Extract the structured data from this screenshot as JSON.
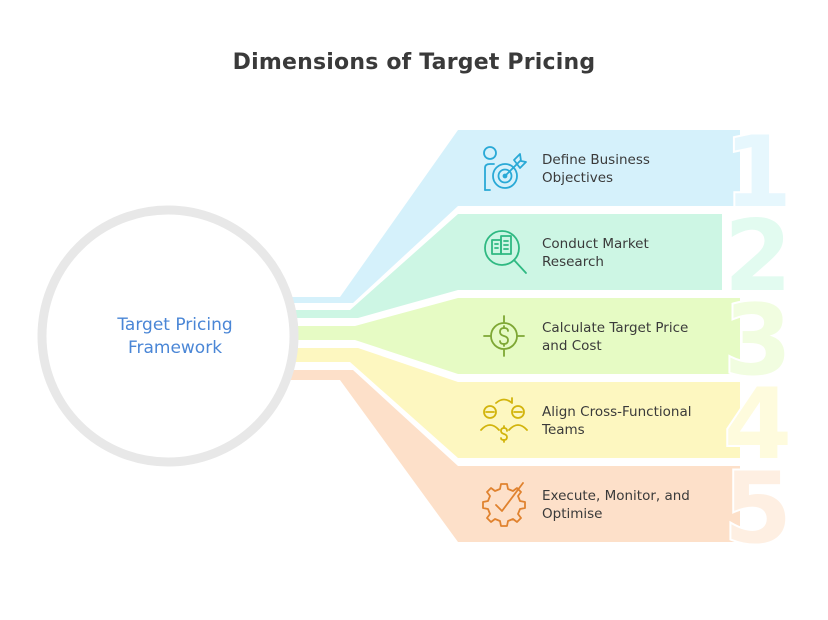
{
  "title": "Dimensions of Target Pricing",
  "center": {
    "line1": "Target Pricing",
    "line2": "Framework"
  },
  "steps": [
    {
      "number": "1",
      "line1": "Define Business",
      "line2": "Objectives",
      "icon": "person-target-icon",
      "fill": "#d5f1fb",
      "stroke": "#29a9d6",
      "numcolor": "#e6f7fd"
    },
    {
      "number": "2",
      "line1": "Conduct Market",
      "line2": "Research",
      "icon": "building-magnifier-icon",
      "fill": "#cdf6e4",
      "stroke": "#2fb982",
      "numcolor": "#e2fbf0"
    },
    {
      "number": "3",
      "line1": "Calculate Target Price",
      "line2": "and Cost",
      "icon": "dollar-target-icon",
      "fill": "#e6fbc4",
      "stroke": "#7ea734",
      "numcolor": "#f1fde0"
    },
    {
      "number": "4",
      "line1": "Align Cross-Functional",
      "line2": "Teams",
      "icon": "team-exchange-icon",
      "fill": "#fdf7c0",
      "stroke": "#d2b40c",
      "numcolor": "#fefbdd"
    },
    {
      "number": "5",
      "line1": "Execute, Monitor, and",
      "line2": "Optimise",
      "icon": "gear-check-icon",
      "fill": "#fde0c9",
      "stroke": "#e0822e",
      "numcolor": "#feefe2"
    }
  ]
}
